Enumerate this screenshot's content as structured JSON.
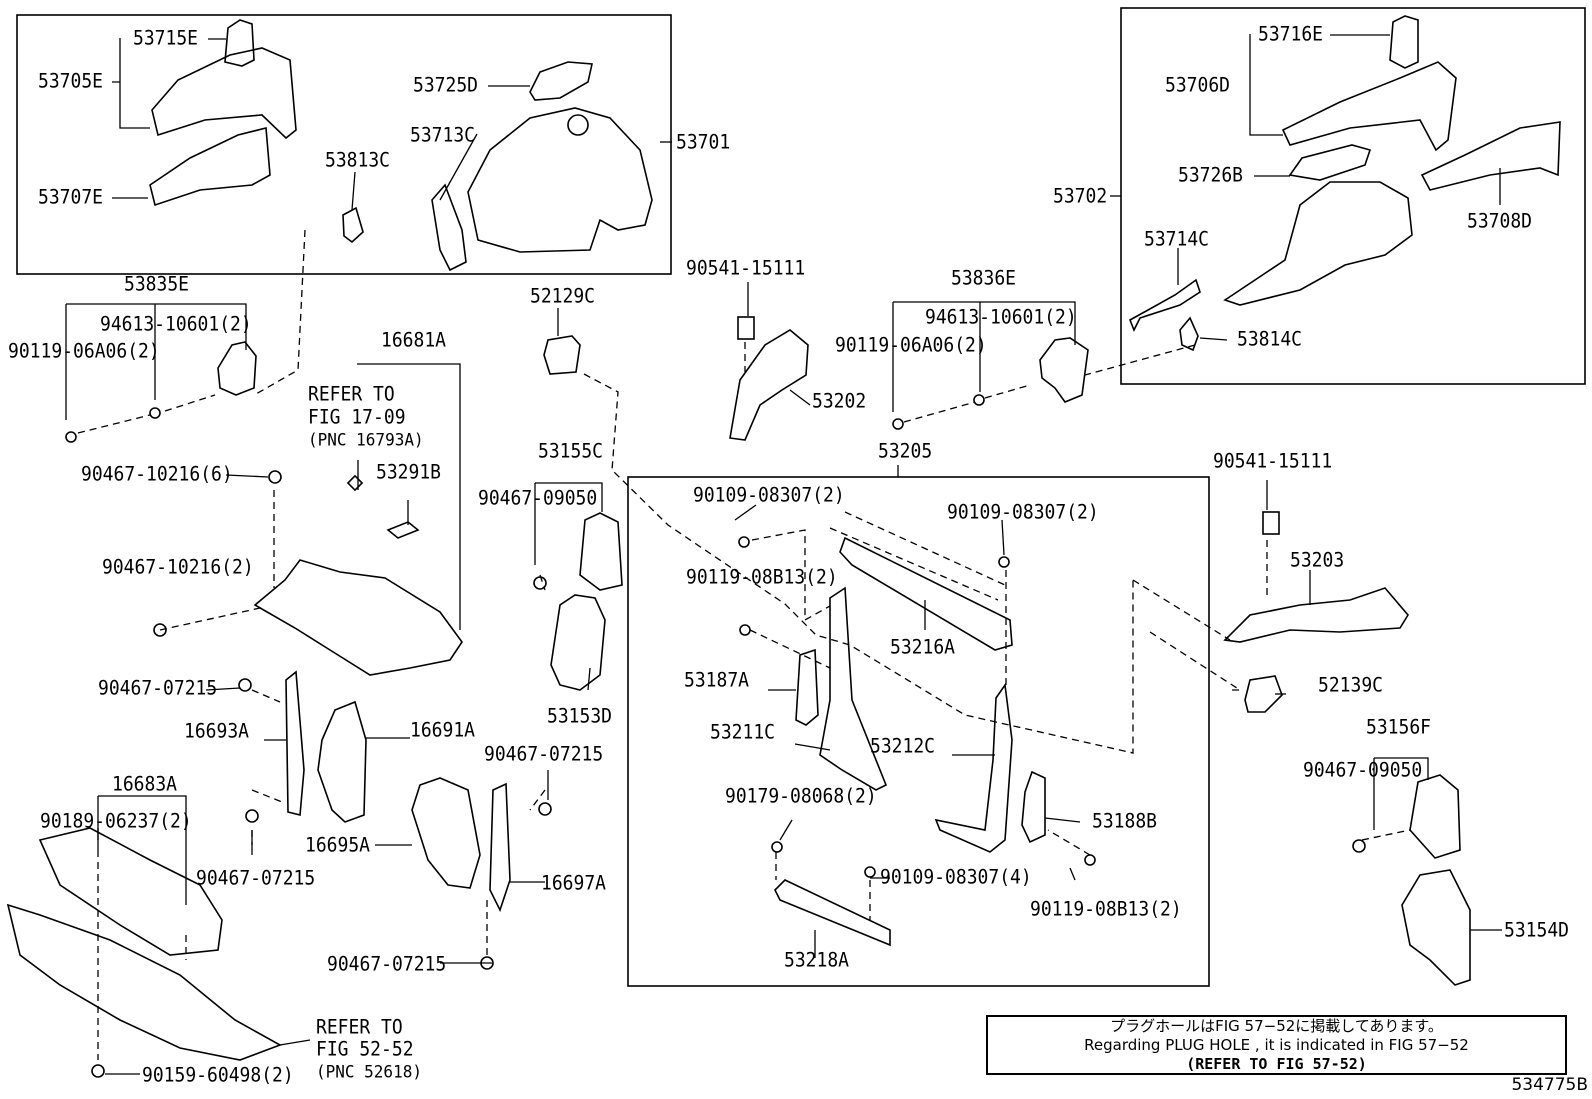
{
  "labels": {
    "p53715E": "53715E",
    "p53705E": "53705E",
    "p53707E": "53707E",
    "p53725D": "53725D",
    "p53713C": "53713C",
    "p53813C": "53813C",
    "p53701": "53701",
    "p53716E": "53716E",
    "p53706D": "53706D",
    "p53726B": "53726B",
    "p53708D": "53708D",
    "p53702": "53702",
    "p53714C": "53714C",
    "p53814C": "53814C",
    "p53835E": "53835E",
    "p94613a": "94613-10601(2)",
    "p90119a": "90119-06A06(2)",
    "p16681A": "16681A",
    "p52129C": "52129C",
    "p90541a": "90541-15111",
    "p53202": "53202",
    "p53836E": "53836E",
    "p94613b": "94613-10601(2)",
    "p90119b": "90119-06A06(2)",
    "p90467a": "90467-10216(6)",
    "p53291B": "53291B",
    "p53155C": "53155C",
    "p90467b": "90467-09050",
    "p53205": "53205",
    "p90541b": "90541-15111",
    "p90109a": "90109-08307(2)",
    "p90109b": "90109-08307(2)",
    "p90467c": "90467-10216(2)",
    "p90119c": "90119-08B13(2)",
    "p53203": "53203",
    "p53216A": "53216A",
    "p53187A": "53187A",
    "p90467d": "90467-07215",
    "p52139C": "52139C",
    "p16693A": "16693A",
    "p16691A": "16691A",
    "p53153D": "53153D",
    "p53211C": "53211C",
    "p53212C": "53212C",
    "p53156F": "53156F",
    "p90467e": "90467-07215",
    "p90467f": "90467-09050",
    "p16683A": "16683A",
    "p90179": "90179-08068(2)",
    "p90189": "90189-06237(2)",
    "p16695A": "16695A",
    "p53188B": "53188B",
    "p90467g": "90467-07215",
    "p90109c": "90109-08307(4)",
    "p16697A": "16697A",
    "p90119d": "90119-08B13(2)",
    "p53154D": "53154D",
    "p53218A": "53218A",
    "p90467h": "90467-07215",
    "p90159": "90159-60498(2)"
  },
  "refer": {
    "r1_1": "REFER TO",
    "r1_2": "FIG 17-09",
    "r1_3": "(PNC 16793A)",
    "r2_1": "REFER TO",
    "r2_2": "FIG 52-52",
    "r2_3": "(PNC 52618)"
  },
  "note": {
    "line1": "プラグホールはFIG 57−52に掲載してあります。",
    "line2": "Regarding PLUG HOLE , it is indicated in FIG 57−52",
    "line3": "(REFER TO FIG 57-52)"
  },
  "illustration_number": "534775B"
}
